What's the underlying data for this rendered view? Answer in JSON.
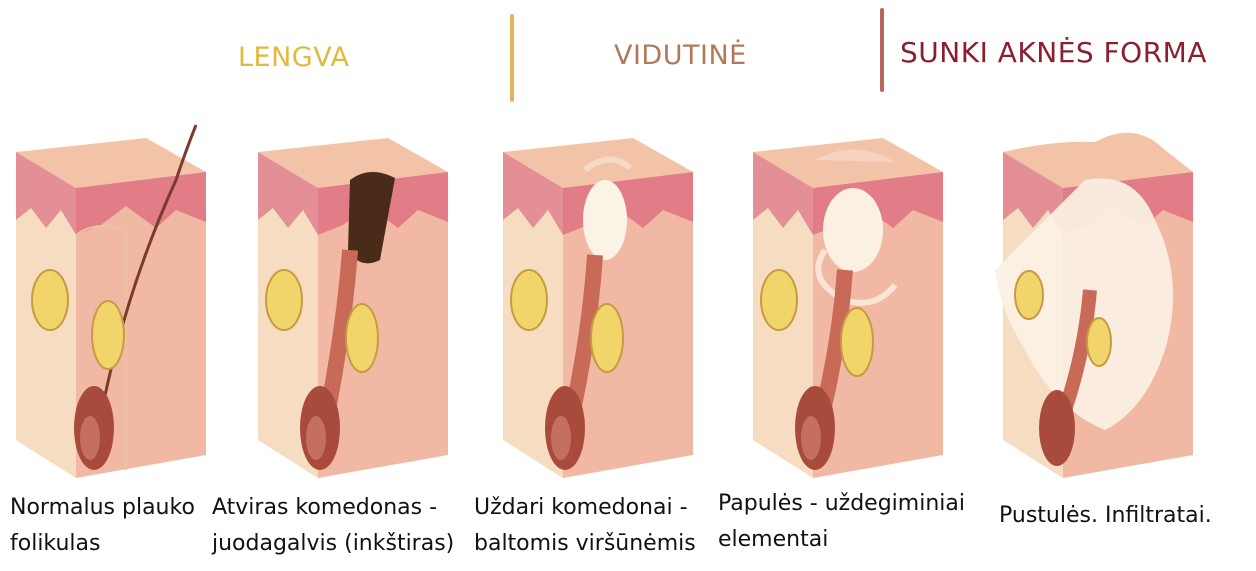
{
  "headers": {
    "mild": "LENGVA",
    "moderate": "VIDUTINĖ",
    "severe": "SUNKI AKNĖS FORMA"
  },
  "colors": {
    "mild": "#e2b93f",
    "moderate": "#b07a5a",
    "severe": "#8b1f2e"
  },
  "stages": [
    {
      "icon": "normal-hair-follicle-illustration",
      "caption_line1": "Normalus plauko",
      "caption_line2": "folikulas"
    },
    {
      "icon": "open-comedone-illustration",
      "caption_line1": "Atviras komedonas -",
      "caption_line2": "juodagalvis (inkštiras)"
    },
    {
      "icon": "closed-comedone-illustration",
      "caption_line1": "Uždari komedonai -",
      "caption_line2": "baltomis viršūnėmis"
    },
    {
      "icon": "papule-illustration",
      "caption_line1": "Papulės - uždegiminiai",
      "caption_line2": "elementai"
    },
    {
      "icon": "pustule-illustration",
      "caption_line1": "Pustulės. Infiltratai.",
      "caption_line2": ""
    }
  ]
}
